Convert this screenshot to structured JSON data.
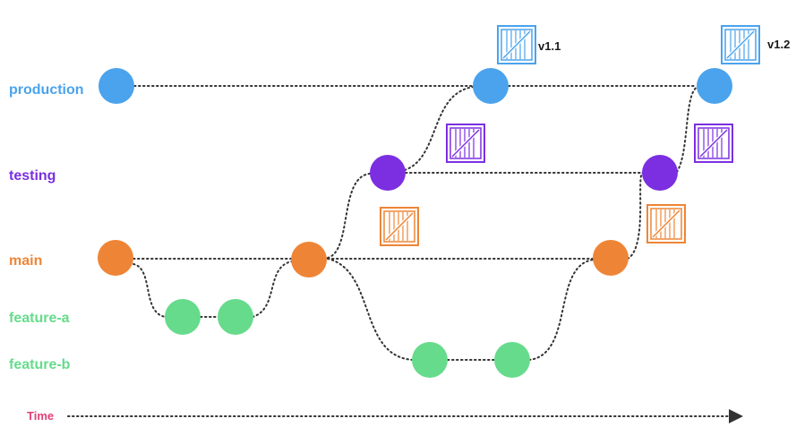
{
  "branches": {
    "production": {
      "label": "production",
      "color": "#4aa3ec"
    },
    "testing": {
      "label": "testing",
      "color": "#7b2fe0"
    },
    "main": {
      "label": "main",
      "color": "#ee8536"
    },
    "feature_a": {
      "label": "feature-a",
      "color": "#66db8c"
    },
    "feature_b": {
      "label": "feature-b",
      "color": "#66db8c"
    }
  },
  "tags": {
    "v1_1": "v1.1",
    "v1_2": "v1.2"
  },
  "time_axis": {
    "label": "Time",
    "color": "#e0407a"
  },
  "icons": {
    "package": "crate-icon"
  }
}
